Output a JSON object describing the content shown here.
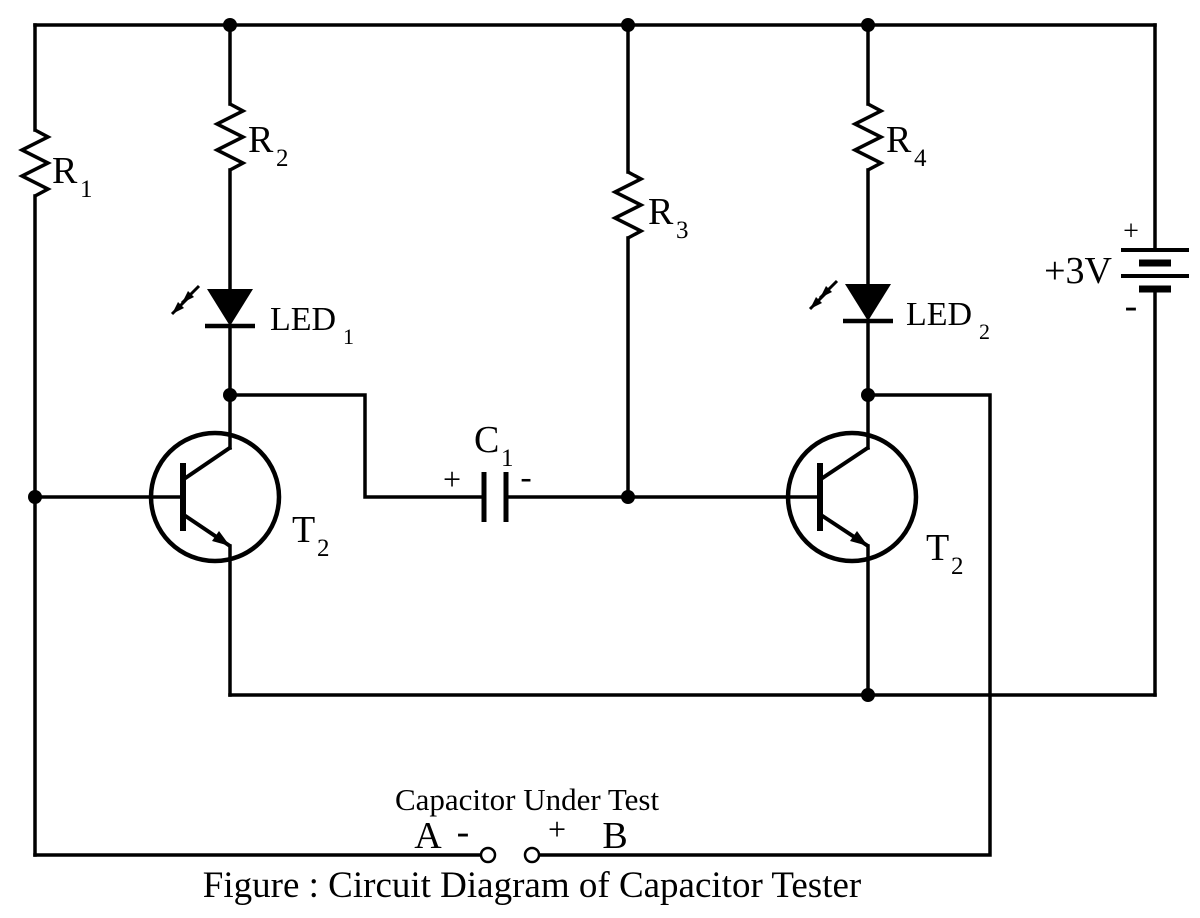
{
  "components": {
    "r1": {
      "label": "R",
      "sub": "1"
    },
    "r2": {
      "label": "R",
      "sub": "2"
    },
    "r3": {
      "label": "R",
      "sub": "3"
    },
    "r4": {
      "label": "R",
      "sub": "4"
    },
    "led1": {
      "label": "LED",
      "sub": "1"
    },
    "led2": {
      "label": "LED",
      "sub": "2"
    },
    "c1": {
      "label": "C",
      "sub": "1",
      "plus": "+",
      "minus": "-"
    },
    "t_left": {
      "label": "T",
      "sub": "2"
    },
    "t_right": {
      "label": "T",
      "sub": "2"
    },
    "battery": {
      "label": "+3V",
      "plus": "+",
      "minus": "-"
    }
  },
  "test_terminals": {
    "heading": "Capacitor Under Test",
    "a": "A",
    "a_sign": "-",
    "b_sign": "+",
    "b": "B"
  },
  "caption": "Figure : Circuit Diagram of Capacitor Tester"
}
